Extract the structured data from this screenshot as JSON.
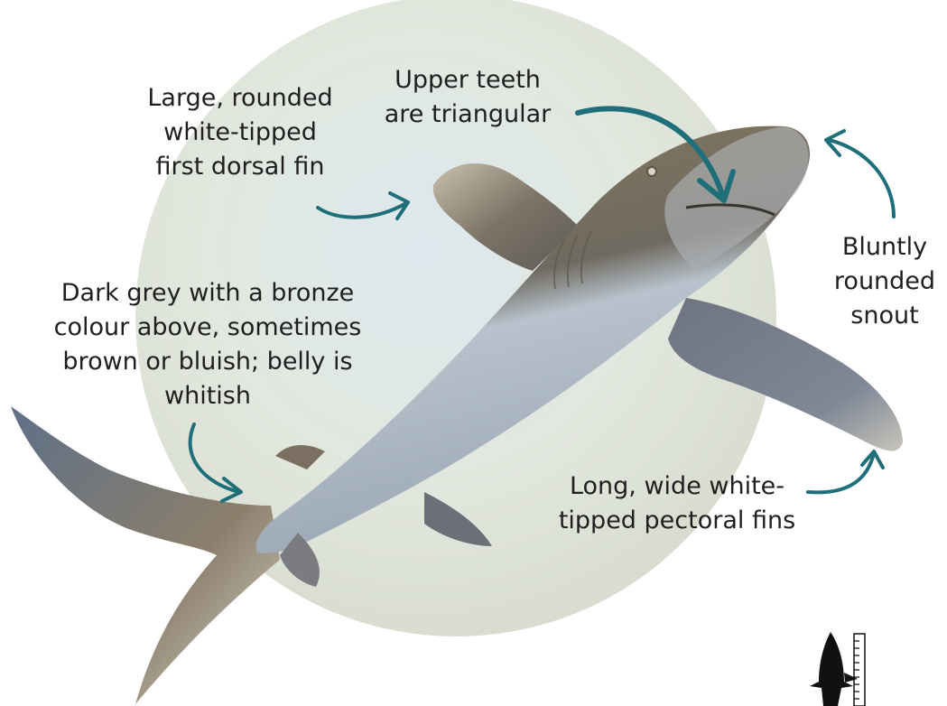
{
  "labels": {
    "dorsal_fin": [
      "Large, rounded",
      "white-tipped",
      "first dorsal fin"
    ],
    "teeth": [
      "Upper teeth",
      "are triangular"
    ],
    "colour": [
      "Dark grey with a bronze",
      "colour above, sometimes",
      "brown or bluish; belly is",
      "whitish"
    ],
    "snout": [
      "Bluntly",
      "rounded",
      "snout"
    ],
    "pectoral_fins": [
      "Long, wide white-",
      "tipped pectoral fins"
    ]
  },
  "colors": {
    "arrow": "#1f6f7a",
    "background_circle": "#dfe6dc",
    "shark_back": "#7a6e58",
    "shark_belly": "#c9d1d6",
    "silhouette": "#111111"
  },
  "icons": {
    "size_scale": "shark-silhouette-with-ruler-icon"
  }
}
